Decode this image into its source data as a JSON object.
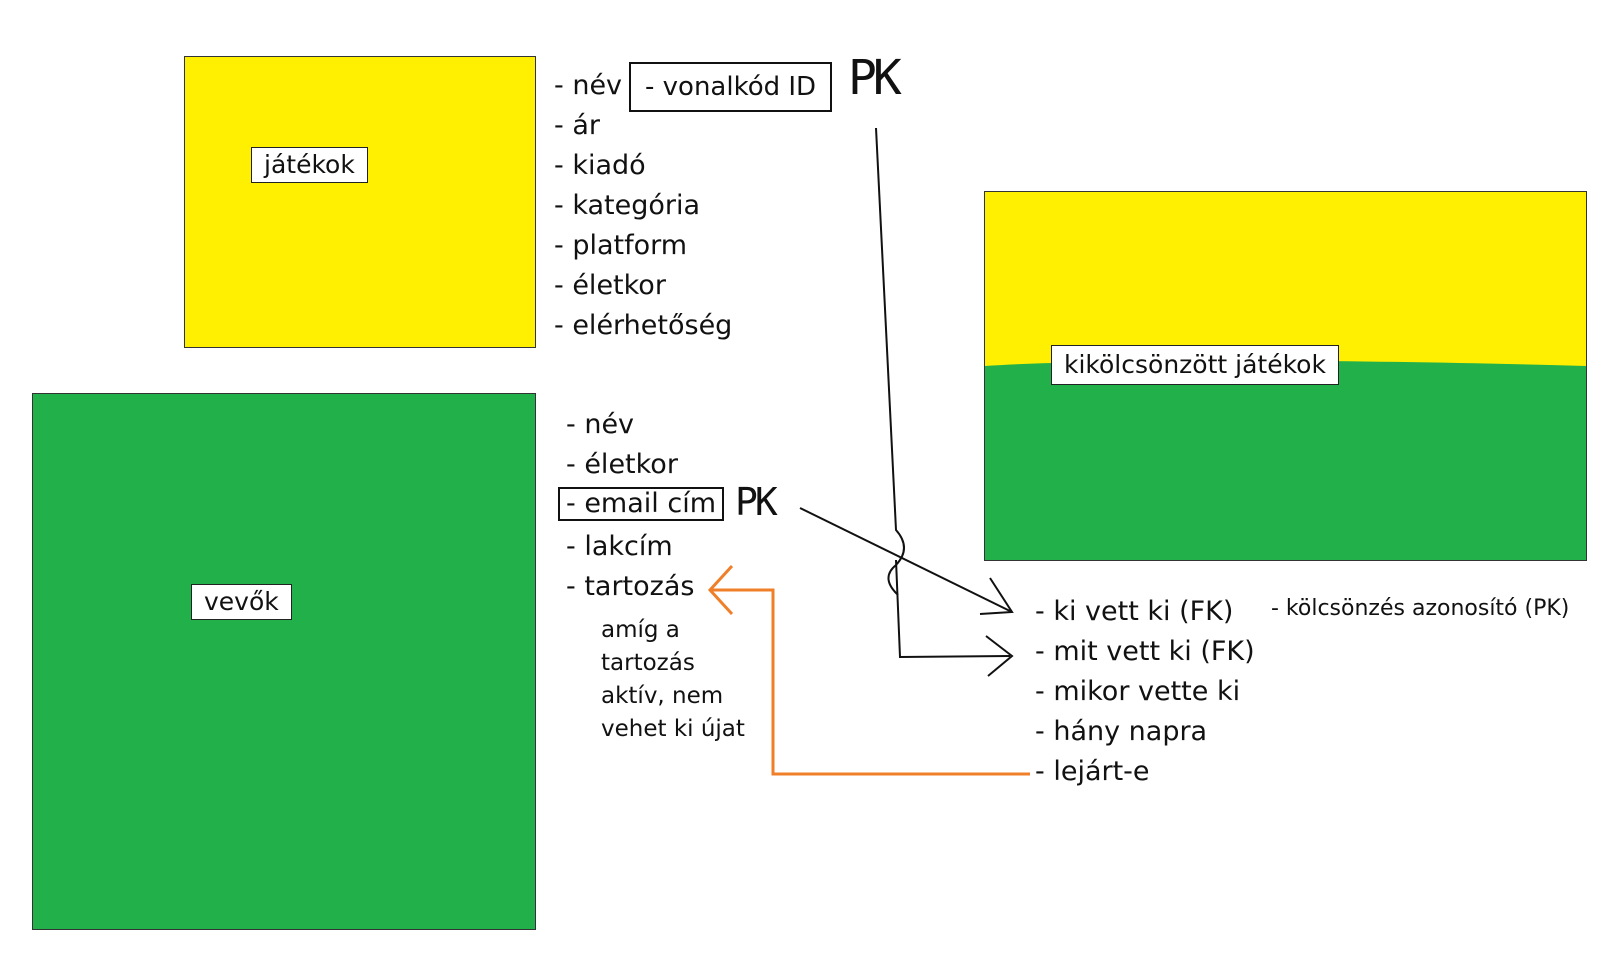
{
  "entities": {
    "games": {
      "title": "játékok",
      "color": "#ffef00",
      "attributes": [
        "- név",
        "- ár",
        "- kiadó",
        "- kategória",
        "- platform",
        "- életkor",
        "- elérhetőség"
      ],
      "key_attribute": "- vonalkód ID",
      "key_marker": "PK"
    },
    "customers": {
      "title": "vevők",
      "color": "#22b04b",
      "attributes": [
        "- név",
        "- életkor",
        "- email cím",
        "- lakcím",
        "- tartozás"
      ],
      "key_marker": "PK",
      "note": [
        "amíg a",
        "tartozás",
        "aktív, nem",
        "vehet ki újat"
      ]
    },
    "rentals": {
      "title": "kikölcsönzött játékok",
      "top_color": "#ffef00",
      "bottom_color": "#22b04b",
      "attributes": [
        "- ki vett ki (FK)",
        "- mit vett ki (FK)",
        "- mikor vette ki",
        "- hány napra",
        "- lejárt-e"
      ],
      "key_attribute": "- kölcsönzés azonosító (PK)"
    }
  },
  "connectors": {
    "line_color": "#111111",
    "highlight_color": "#f07f2a"
  }
}
